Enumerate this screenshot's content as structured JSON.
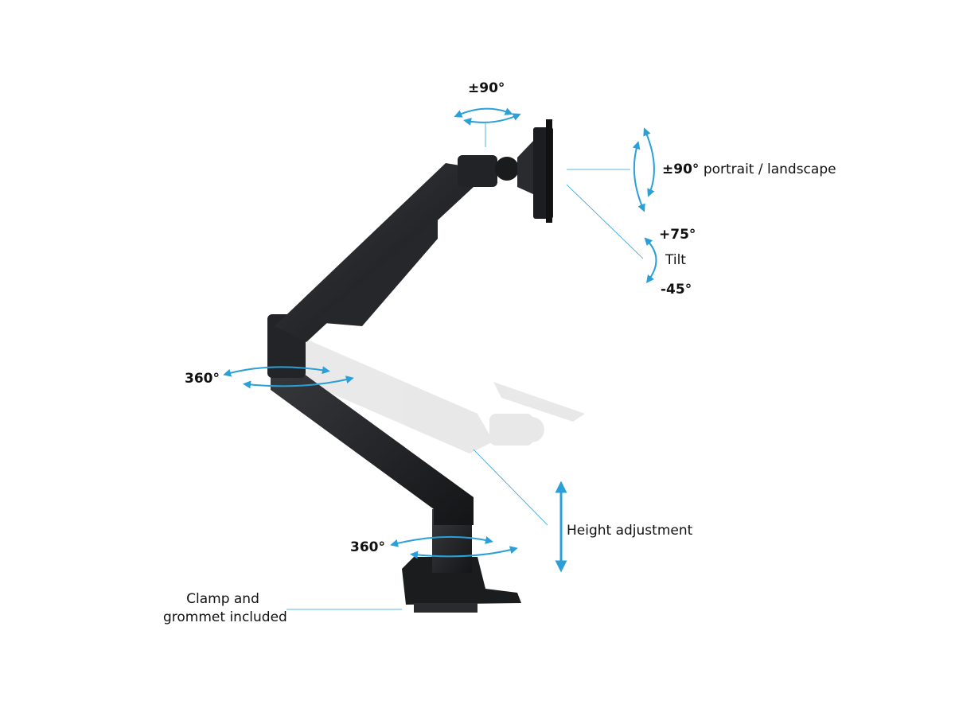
{
  "labels": {
    "head_swivel": "±90°",
    "rotation_degree": "±90°",
    "rotation_text": "portrait / landscape",
    "tilt_up": "+75°",
    "tilt": "Tilt",
    "tilt_down": "-45°",
    "elbow_swivel": "360°",
    "base_swivel": "360°",
    "height": "Height adjustment",
    "clamp_line1": "Clamp and",
    "clamp_line2": "grommet included"
  },
  "colors": {
    "accent": "#2a9fd8",
    "arm": "#1e1f22"
  }
}
